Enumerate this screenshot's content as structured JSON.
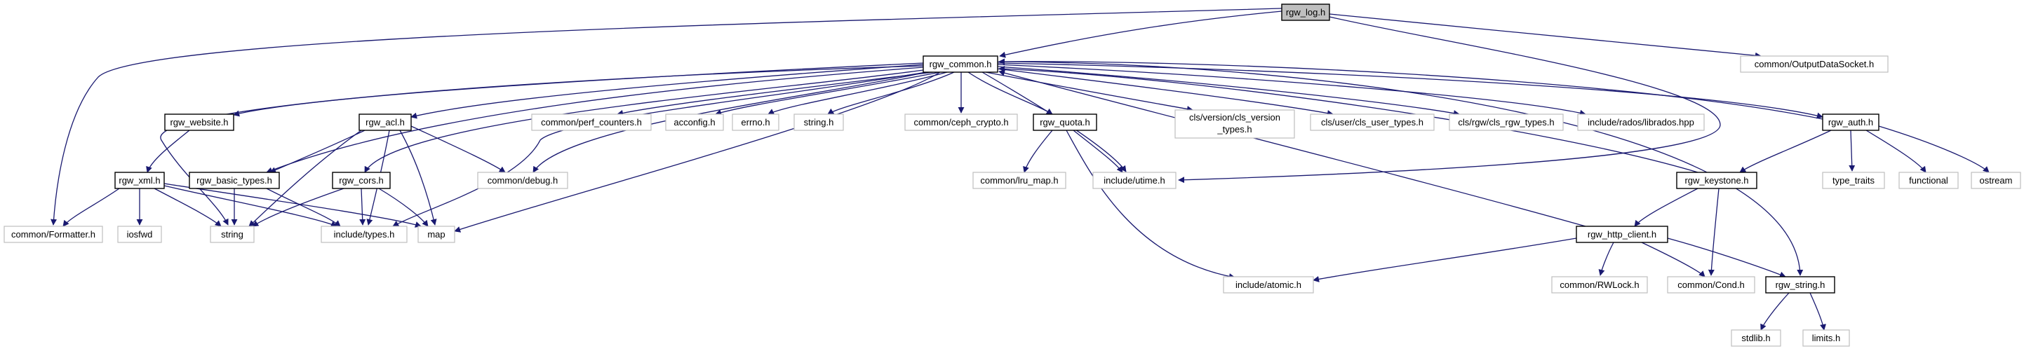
{
  "colors": {
    "edge": "#191970",
    "main_fill": "#bfbfbf",
    "ext_border": "#bfbfbf"
  },
  "nodes": {
    "rgw_log": "rgw_log.h",
    "rgw_common": "rgw_common.h",
    "output_data_socket": "common/OutputDataSocket.h",
    "rgw_website": "rgw_website.h",
    "rgw_acl": "rgw_acl.h",
    "perf_counters": "common/perf_counters.h",
    "acconfig": "acconfig.h",
    "errno": "errno.h",
    "string_h": "string.h",
    "ceph_crypto": "common/ceph_crypto.h",
    "rgw_quota": "rgw_quota.h",
    "cls_version": [
      "cls/version/cls_version",
      "_types.h"
    ],
    "cls_user": "cls/user/cls_user_types.h",
    "cls_rgw": "cls/rgw/cls_rgw_types.h",
    "librados": "include/rados/librados.hpp",
    "rgw_auth": "rgw_auth.h",
    "rgw_xml": "rgw_xml.h",
    "rgw_basic_types": "rgw_basic_types.h",
    "rgw_cors": "rgw_cors.h",
    "debug": "common/debug.h",
    "lru_map": "common/lru_map.h",
    "utime": "include/utime.h",
    "rgw_keystone": "rgw_keystone.h",
    "type_traits": "type_traits",
    "functional": "functional",
    "ostream": "ostream",
    "formatter": "common/Formatter.h",
    "iosfwd": "iosfwd",
    "string": "string",
    "types": "include/types.h",
    "map": "map",
    "rgw_http_client": "rgw_http_client.h",
    "atomic": "include/atomic.h",
    "rwlock": "common/RWLock.h",
    "cond": "common/Cond.h",
    "rgw_string": "rgw_string.h",
    "stdlib": "stdlib.h",
    "limits": "limits.h"
  }
}
